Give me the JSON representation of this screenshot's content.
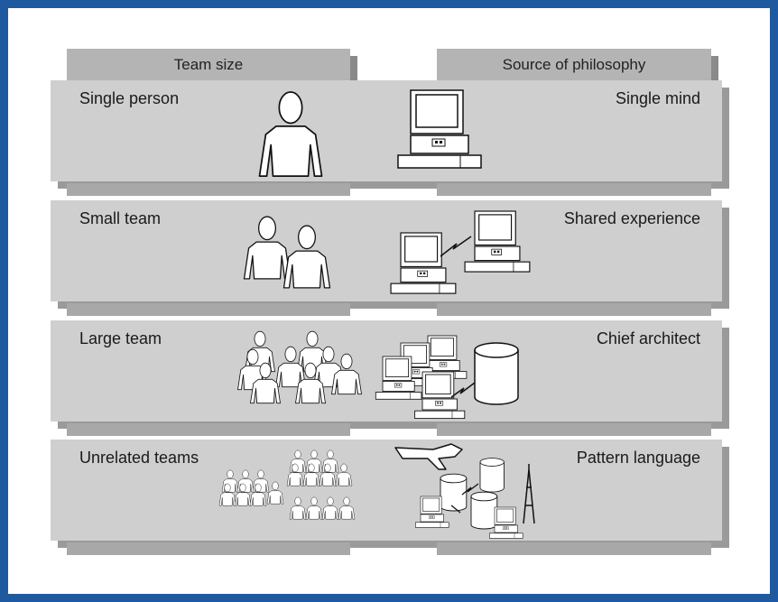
{
  "headers": {
    "team_size": "Team size",
    "source": "Source of philosophy"
  },
  "rows": [
    {
      "team": "Single person",
      "source": "Single mind"
    },
    {
      "team": "Small team",
      "source": "Shared experience"
    },
    {
      "team": "Large team",
      "source": "Chief architect"
    },
    {
      "team": "Unrelated teams",
      "source": "Pattern language"
    }
  ],
  "colors": {
    "border": "#1f5aa0",
    "band": "#cfcfcf",
    "header": "#b4b4b4",
    "shadow": "#9a9a9a"
  }
}
